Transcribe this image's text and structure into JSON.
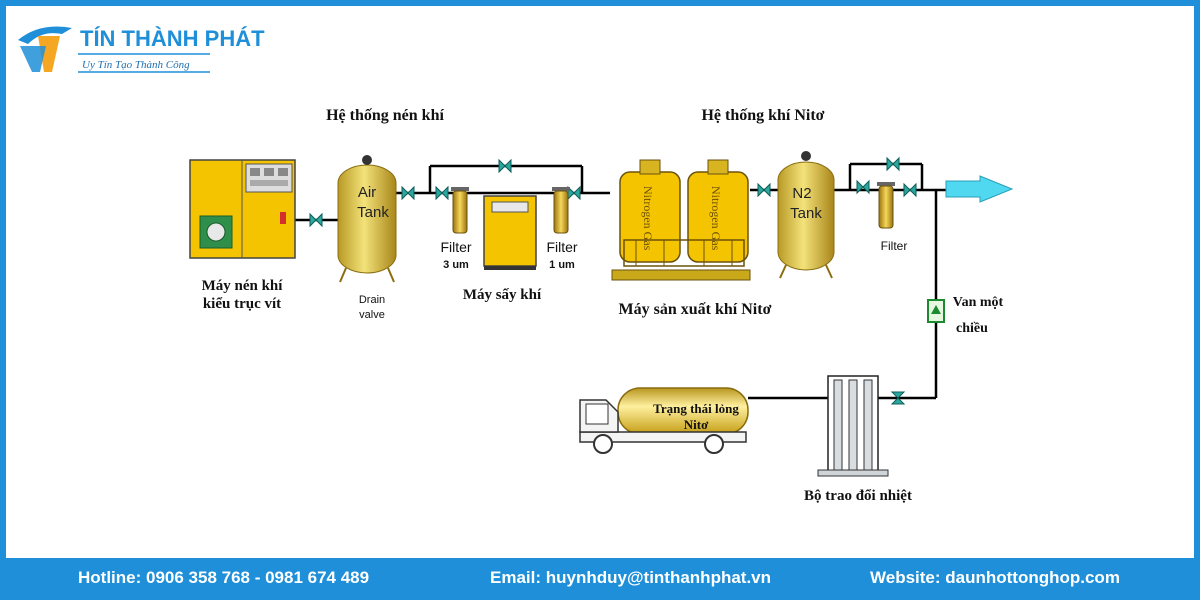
{
  "brand": {
    "name": "TÍN THÀNH PHÁT",
    "slogan": "Uy Tín Tạo Thành Công"
  },
  "sections": {
    "compressed_air": "Hệ thống nén khí",
    "nitrogen": "Hệ thống khí Nitơ"
  },
  "components": {
    "compressor_line1": "Máy nén khí",
    "compressor_line2": "kiểu trục vít",
    "air_tank_line1": "Air",
    "air_tank_line2": "Tank",
    "drain_line1": "Drain",
    "drain_line2": "valve",
    "filter_3um_name": "Filter",
    "filter_3um_size": "3 um",
    "filter_1um_name": "Filter",
    "filter_1um_size": "1 um",
    "dryer": "Máy sấy khí",
    "generator": "Máy sản xuất khí Nitơ",
    "generator_tower_text": "Nitrogen Gas",
    "n2_tank_line1": "N2",
    "n2_tank_line2": "Tank",
    "filter_out": "Filter",
    "check_valve_line1": "Van một",
    "check_valve_line2": "chiều",
    "heat_exchanger": "Bộ trao đổi nhiệt",
    "liquid_line1": "Trạng thái lỏng",
    "liquid_line2": "Nitơ"
  },
  "footer": {
    "hotline": "Hotline: 0906 358 768 - 0981 674 489",
    "email": "Email: huynhduy@tinthanhphat.vn",
    "website": "Website: daunhottonghop.com"
  },
  "colors": {
    "brand_blue": "#1e8fd8",
    "equipment_yellow": "#f5c400",
    "tank_gold": "#d8c24a",
    "valve_teal": "#2aa8a0",
    "arrow_cyan": "#4fd8f0",
    "pipe": "#000000"
  }
}
